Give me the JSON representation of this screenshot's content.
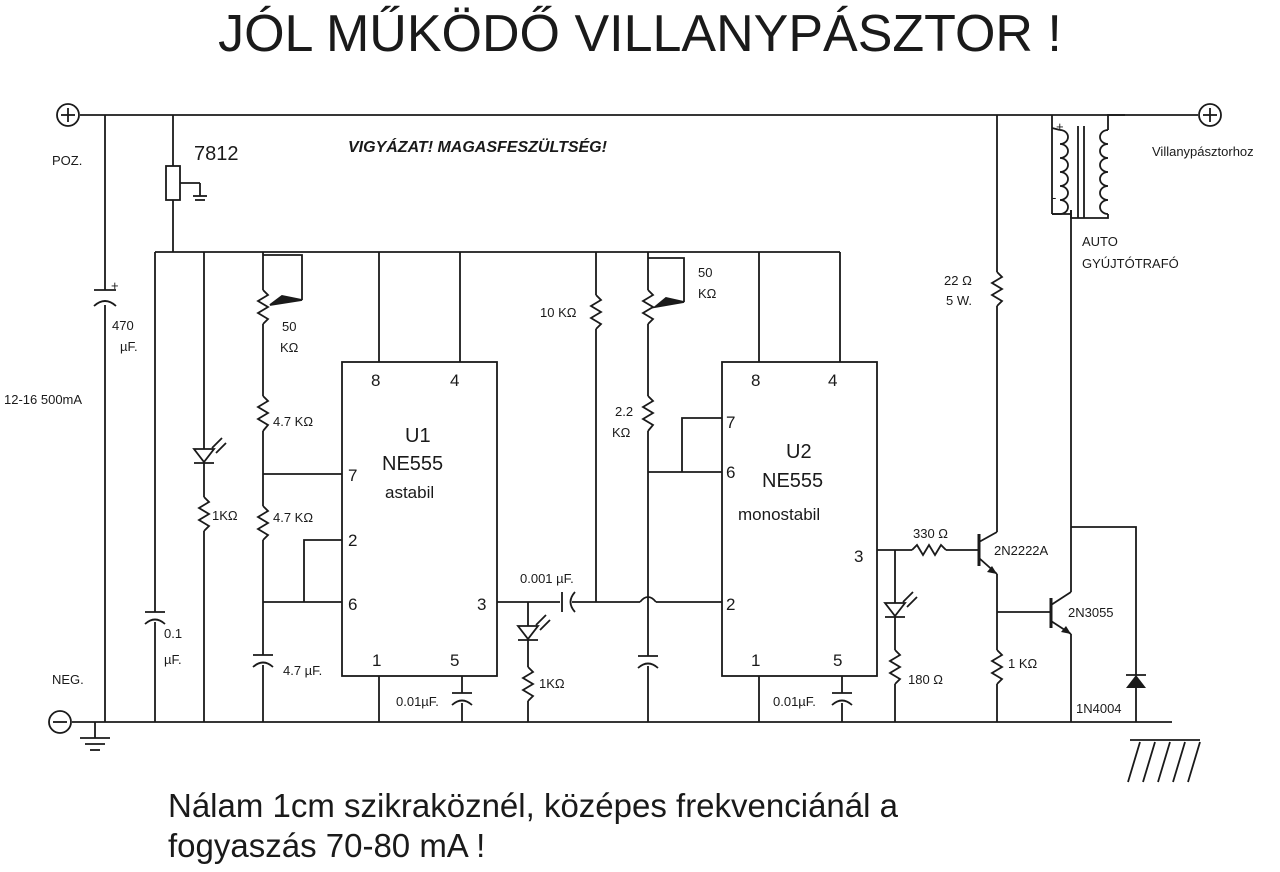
{
  "title": "JÓL MŰKÖDŐ VILLANYPÁSZTOR !",
  "warning": "VIGYÁZAT! MAGASFESZÜLTSÉG!",
  "footer": {
    "line1": "Nálam 1cm szikraköznél, középes frekvenciánál a",
    "line2": "fogyaszás 70-80 mA !"
  },
  "supply": {
    "positive_label": "POZ.",
    "negative_label": "NEG.",
    "rating": "12-16 500mA",
    "plus_symbol": "+",
    "minus_symbol": "−"
  },
  "regulator": "7812",
  "input_cap": {
    "value": "470",
    "unit": "µF."
  },
  "left_branch": {
    "cap_value": "0.1",
    "cap_unit": "µF.",
    "led_resistor": "1KΩ"
  },
  "u1": {
    "name": "U1",
    "chip": "NE555",
    "mode": "astabil",
    "pins": {
      "p8": "8",
      "p4": "4",
      "p7": "7",
      "p2": "2",
      "p6": "6",
      "p3": "3",
      "p1": "1",
      "p5": "5"
    },
    "pot_value": "50",
    "pot_unit": "KΩ",
    "r1": "4.7 KΩ",
    "r2": "4.7 KΩ",
    "timing_cap": "4.7 µF.",
    "pin5_cap": "0.01µF."
  },
  "coupling": {
    "cap": "0.001 µF.",
    "pullup": "10 KΩ",
    "led_resistor": "1KΩ"
  },
  "u2": {
    "name": "U2",
    "chip": "NE555",
    "mode": "monostabil",
    "pins": {
      "p8": "8",
      "p4": "4",
      "p7": "7",
      "p6": "6",
      "p3": "3",
      "p2": "2",
      "p1": "1",
      "p5": "5"
    },
    "pot_value": "50",
    "pot_unit": "KΩ",
    "r1_value": "2.2",
    "r1_unit": "KΩ",
    "pin5_cap": "0.01µF."
  },
  "driver": {
    "base_resistor": "330 Ω",
    "led_resistor": "180 Ω",
    "transistor1": "2N2222A",
    "transistor2": "2N3055",
    "collector_resistor_value": "22 Ω",
    "collector_resistor_power": "5 W.",
    "emitter_resistor": "1 KΩ",
    "diode": "1N4004"
  },
  "transformer": {
    "name_line1": "AUTO",
    "name_line2": "GYÚJTÓTRAFÓ",
    "plus": "+",
    "minus": "-"
  },
  "output_label": "Villanypásztorhoz"
}
